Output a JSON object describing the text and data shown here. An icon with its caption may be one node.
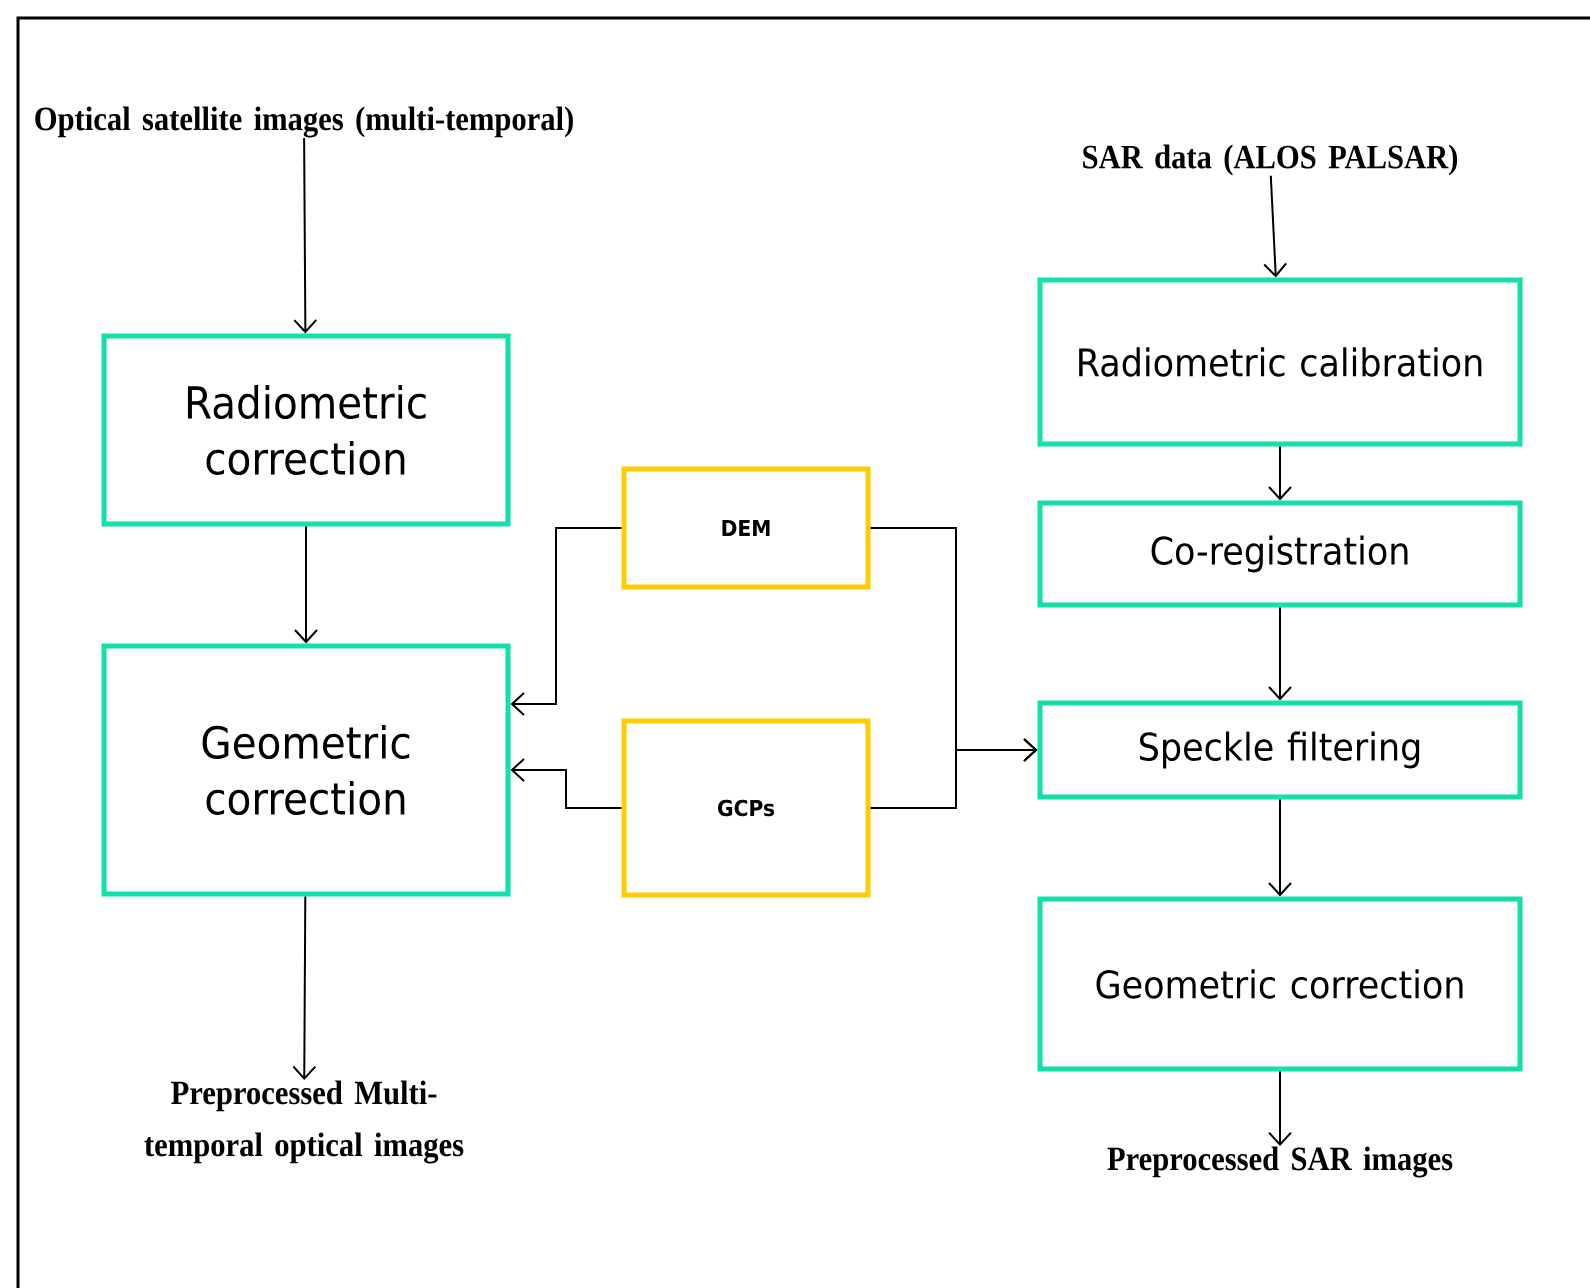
{
  "diagram": {
    "nodes": [
      {
        "text": [
          "Optical satellite images (multi-temporal)"
        ]
      },
      {
        "text": [
          "Radiometric correction"
        ]
      },
      {
        "text": [
          "Geometric correction"
        ]
      },
      {
        "text": [
          "Preprocessed Multi-temporal optical images"
        ]
      },
      {
        "text": [
          "DEM"
        ]
      },
      {
        "text": [
          "GCPs"
        ]
      },
      {
        "text": [
          "SAR data (ALOS PALSAR)"
        ]
      },
      {
        "text": [
          "Radiometric calibration"
        ]
      },
      {
        "text": [
          "Co-registration"
        ]
      },
      {
        "text": [
          "Speckle filtering"
        ]
      },
      {
        "text": [
          "Geometric correction"
        ]
      },
      {
        "text": [
          "Preprocessed SAR images"
        ]
      }
    ],
    "edges": [
      {
        "from": 0,
        "to": 1,
        "arrow": "to"
      },
      {
        "from": 1,
        "to": 2,
        "arrow": "to"
      },
      {
        "from": 4,
        "to": 2,
        "arrow": "to"
      },
      {
        "from": 5,
        "to": 2,
        "arrow": "to"
      },
      {
        "from": 2,
        "to": 3,
        "arrow": "to"
      },
      {
        "from": 4,
        "to": 9,
        "arrow": "to"
      },
      {
        "from": 5,
        "to": 9,
        "arrow": "to"
      },
      {
        "from": 6,
        "to": 7,
        "arrow": "to"
      },
      {
        "from": 7,
        "to": 8,
        "arrow": "to"
      },
      {
        "from": 8,
        "to": 9,
        "arrow": "to"
      },
      {
        "from": 9,
        "to": 10,
        "arrow": "to"
      },
      {
        "from": 10,
        "to": 11,
        "arrow": "to"
      }
    ]
  }
}
